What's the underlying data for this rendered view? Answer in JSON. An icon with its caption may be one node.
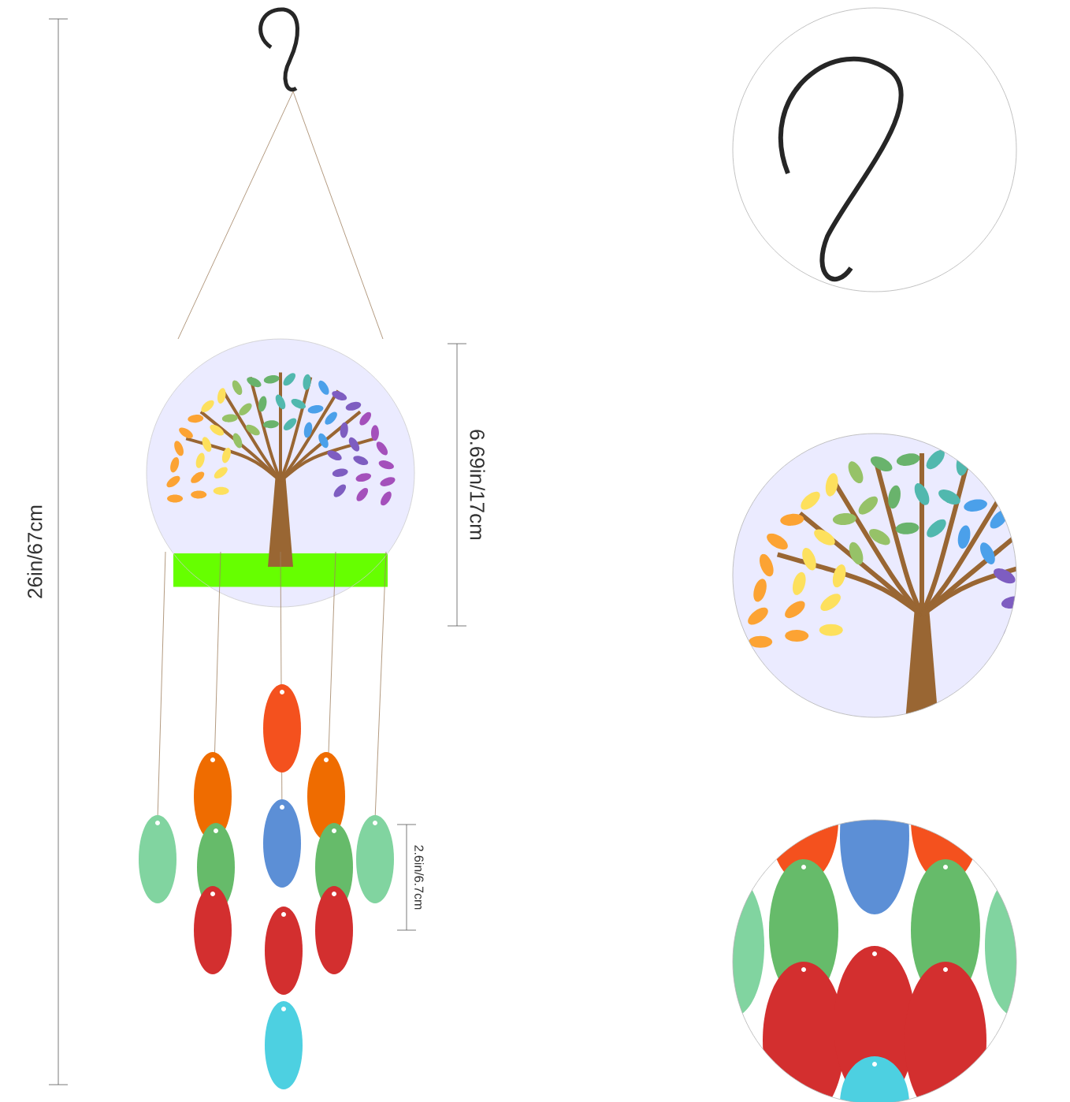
{
  "diagram": {
    "labels": [
      "26in/67cm",
      "6.69in/17cm",
      "2.6in/6.7cm"
    ]
  }
}
